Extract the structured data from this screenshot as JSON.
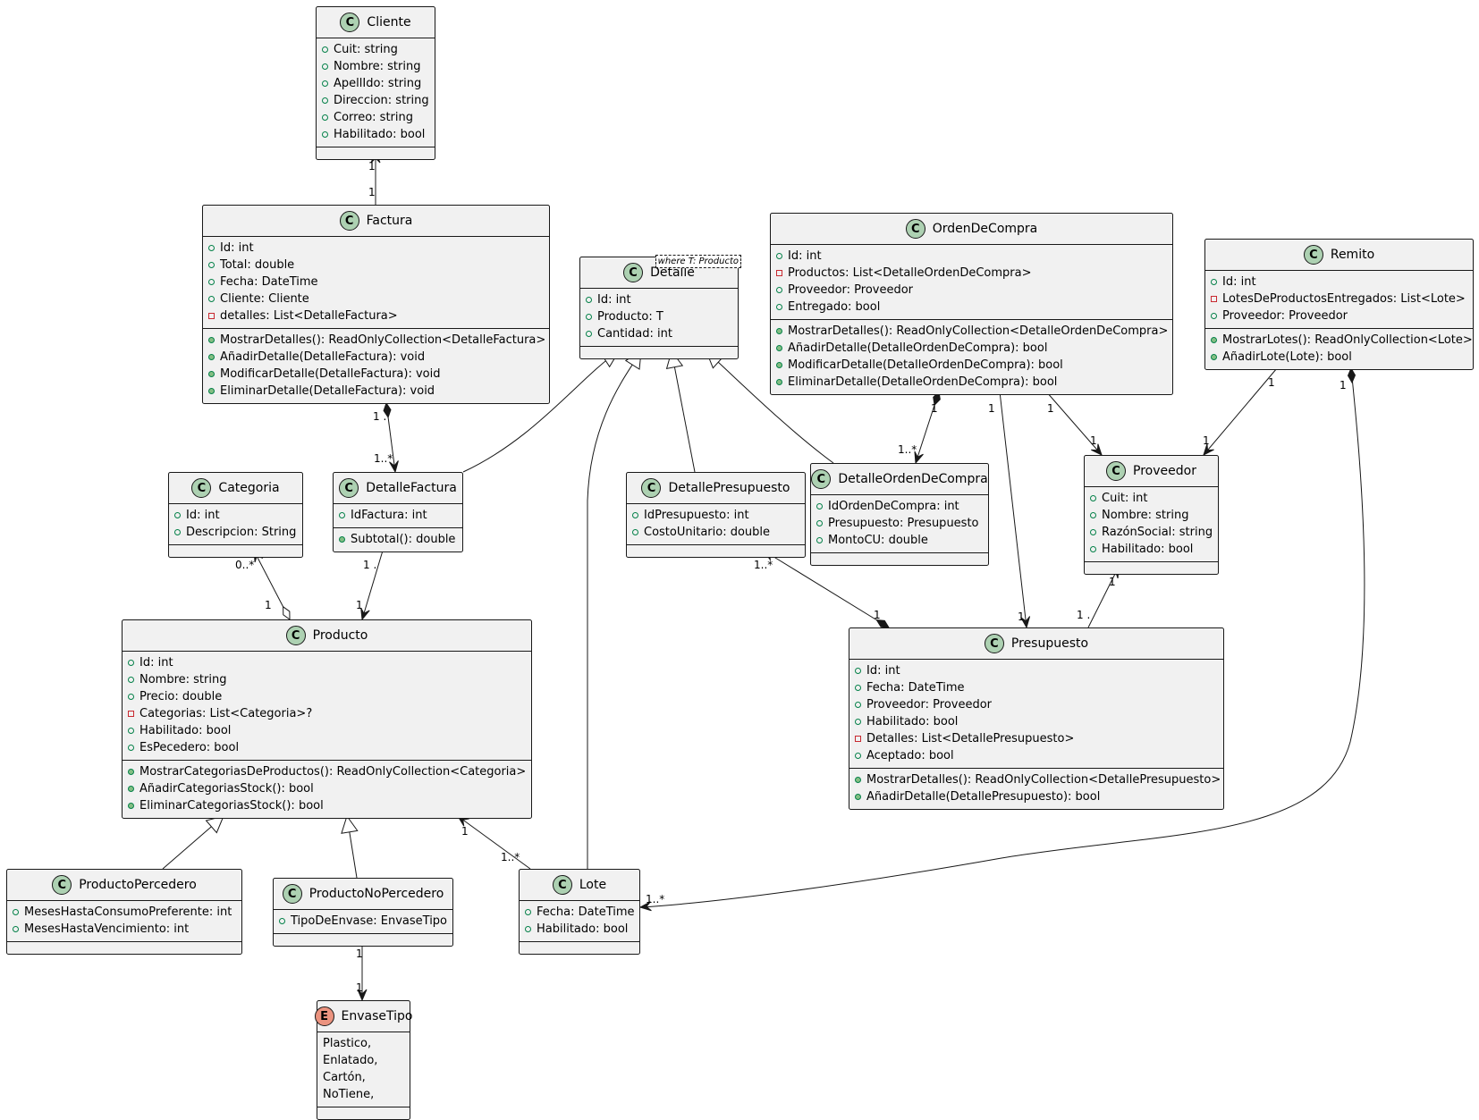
{
  "classes": {
    "cliente": {
      "name": "Cliente",
      "attributes": [
        {
          "vis": "public",
          "text": "Cuit: string"
        },
        {
          "vis": "public",
          "text": "Nombre: string"
        },
        {
          "vis": "public",
          "text": "ApellIdo: string"
        },
        {
          "vis": "public",
          "text": "Direccion: string"
        },
        {
          "vis": "public",
          "text": "Correo: string"
        },
        {
          "vis": "public",
          "text": "Habilitado: bool"
        }
      ],
      "methods": []
    },
    "factura": {
      "name": "Factura",
      "attributes": [
        {
          "vis": "public",
          "text": "Id: int"
        },
        {
          "vis": "public",
          "text": "Total: double"
        },
        {
          "vis": "public",
          "text": "Fecha: DateTime"
        },
        {
          "vis": "public",
          "text": "Cliente: Cliente"
        },
        {
          "vis": "private",
          "text": "detalles: List<DetalleFactura>"
        }
      ],
      "methods": [
        {
          "vis": "public",
          "text": "MostrarDetalles(): ReadOnlyCollection<DetalleFactura>"
        },
        {
          "vis": "public",
          "text": "AñadirDetalle(DetalleFactura): void"
        },
        {
          "vis": "public",
          "text": "ModificarDetalle(DetalleFactura): void"
        },
        {
          "vis": "public",
          "text": "EliminarDetalle(DetalleFactura): void"
        }
      ]
    },
    "detalle": {
      "name": "Detalle",
      "type_param": "where T: Producto",
      "attributes": [
        {
          "vis": "public",
          "text": "Id: int"
        },
        {
          "vis": "public",
          "text": "Producto: T"
        },
        {
          "vis": "public",
          "text": "Cantidad: int"
        }
      ],
      "methods": []
    },
    "ordendecompra": {
      "name": "OrdenDeCompra",
      "attributes": [
        {
          "vis": "public",
          "text": "Id: int"
        },
        {
          "vis": "private",
          "text": "Productos: List<DetalleOrdenDeCompra>"
        },
        {
          "vis": "public",
          "text": "Proveedor: Proveedor"
        },
        {
          "vis": "public",
          "text": "Entregado: bool"
        }
      ],
      "methods": [
        {
          "vis": "public",
          "text": "MostrarDetalles(): ReadOnlyCollection<DetalleOrdenDeCompra>"
        },
        {
          "vis": "public",
          "text": "AñadirDetalle(DetalleOrdenDeCompra): bool"
        },
        {
          "vis": "public",
          "text": "ModificarDetalle(DetalleOrdenDeCompra): bool"
        },
        {
          "vis": "public",
          "text": "EliminarDetalle(DetalleOrdenDeCompra): bool"
        }
      ]
    },
    "remito": {
      "name": "Remito",
      "attributes": [
        {
          "vis": "public",
          "text": "Id: int"
        },
        {
          "vis": "private",
          "text": "LotesDeProductosEntregados: List<Lote>"
        },
        {
          "vis": "public",
          "text": "Proveedor: Proveedor"
        }
      ],
      "methods": [
        {
          "vis": "public",
          "text": "MostrarLotes(): ReadOnlyCollection<Lote>"
        },
        {
          "vis": "public",
          "text": "AñadirLote(Lote): bool"
        }
      ]
    },
    "categoria": {
      "name": "Categoria",
      "attributes": [
        {
          "vis": "public",
          "text": "Id: int"
        },
        {
          "vis": "public",
          "text": "Descripcion: String"
        }
      ],
      "methods": []
    },
    "detallefactura": {
      "name": "DetalleFactura",
      "attributes": [
        {
          "vis": "public",
          "text": "IdFactura: int"
        }
      ],
      "methods": [
        {
          "vis": "public",
          "text": "Subtotal(): double"
        }
      ]
    },
    "detallepresupuesto": {
      "name": "DetallePresupuesto",
      "attributes": [
        {
          "vis": "public",
          "text": "IdPresupuesto: int"
        },
        {
          "vis": "public",
          "text": "CostoUnitario: double"
        }
      ],
      "methods": []
    },
    "detalleordendecompra": {
      "name": "DetalleOrdenDeCompra",
      "attributes": [
        {
          "vis": "public",
          "text": "IdOrdenDeCompra: int"
        },
        {
          "vis": "public",
          "text": "Presupuesto: Presupuesto"
        },
        {
          "vis": "public",
          "text": "MontoCU: double"
        }
      ],
      "methods": []
    },
    "proveedor": {
      "name": "Proveedor",
      "attributes": [
        {
          "vis": "public",
          "text": "Cuit: int"
        },
        {
          "vis": "public",
          "text": "Nombre: string"
        },
        {
          "vis": "public",
          "text": "RazónSocial: string"
        },
        {
          "vis": "public",
          "text": "Habilitado: bool"
        }
      ],
      "methods": []
    },
    "producto": {
      "name": "Producto",
      "attributes": [
        {
          "vis": "public",
          "text": "Id: int"
        },
        {
          "vis": "public",
          "text": "Nombre: string"
        },
        {
          "vis": "public",
          "text": "Precio: double"
        },
        {
          "vis": "private",
          "text": "Categorias: List<Categoria>?"
        },
        {
          "vis": "public",
          "text": "Habilitado: bool"
        },
        {
          "vis": "public",
          "text": "EsPecedero: bool"
        }
      ],
      "methods": [
        {
          "vis": "public",
          "text": "MostrarCategoriasDeProductos(): ReadOnlyCollection<Categoria>"
        },
        {
          "vis": "public",
          "text": "AñadirCategoriasStock(): bool"
        },
        {
          "vis": "public",
          "text": "EliminarCategoriasStock(): bool"
        }
      ]
    },
    "presupuesto": {
      "name": "Presupuesto",
      "attributes": [
        {
          "vis": "public",
          "text": "Id: int"
        },
        {
          "vis": "public",
          "text": "Fecha: DateTime"
        },
        {
          "vis": "public",
          "text": "Proveedor: Proveedor"
        },
        {
          "vis": "public",
          "text": "Habilitado: bool"
        },
        {
          "vis": "private",
          "text": "Detalles: List<DetallePresupuesto>"
        },
        {
          "vis": "public",
          "text": "Aceptado: bool"
        }
      ],
      "methods": [
        {
          "vis": "public",
          "text": "MostrarDetalles(): ReadOnlyCollection<DetallePresupuesto>"
        },
        {
          "vis": "public",
          "text": "AñadirDetalle(DetallePresupuesto): bool"
        }
      ]
    },
    "productopercedero": {
      "name": "ProductoPercedero",
      "attributes": [
        {
          "vis": "public",
          "text": "MesesHastaConsumoPreferente: int"
        },
        {
          "vis": "public",
          "text": "MesesHastaVencimiento: int"
        }
      ],
      "methods": []
    },
    "productonopercedero": {
      "name": "ProductoNoPercedero",
      "attributes": [
        {
          "vis": "public",
          "text": "TipoDeEnvase: EnvaseTipo"
        }
      ],
      "methods": []
    },
    "lote": {
      "name": "Lote",
      "attributes": [
        {
          "vis": "public",
          "text": "Fecha: DateTime"
        },
        {
          "vis": "public",
          "text": "Habilitado: bool"
        }
      ],
      "methods": []
    }
  },
  "enums": {
    "envasetipo": {
      "name": "EnvaseTipo",
      "values": [
        "Plastico,",
        "Enlatado,",
        "Cartón,",
        "NoTiene,"
      ]
    }
  },
  "icons": {
    "class_letter": "C",
    "enum_letter": "E"
  },
  "colors": {
    "class_circle": "#add1b2",
    "enum_circle": "#eb937f",
    "box_fill": "#f1f1f1",
    "line": "#181818",
    "public_vis": "#038048",
    "private_vis": "#c82930"
  },
  "relations": [
    {
      "id": "factura-cliente",
      "kind": "association",
      "from": "factura",
      "to": "cliente",
      "label_from": "1",
      "label_to": "1"
    },
    {
      "id": "factura-detallefactura",
      "kind": "composition",
      "from": "factura",
      "to": "detallefactura",
      "label_from": "1 .",
      "label_to": "1..*"
    },
    {
      "id": "detallefactura-detalle",
      "kind": "inheritance",
      "from": "detallefactura",
      "to": "detalle"
    },
    {
      "id": "lote-detalle",
      "kind": "inheritance",
      "from": "lote",
      "to": "detalle"
    },
    {
      "id": "detallepresupuesto-detalle",
      "kind": "inheritance",
      "from": "detallepresupuesto",
      "to": "detalle"
    },
    {
      "id": "detalleordendecompra-detalle",
      "kind": "inheritance",
      "from": "detalleordendecompra",
      "to": "detalle"
    },
    {
      "id": "ordendecompra-detalleordendecompra",
      "kind": "composition",
      "from": "ordendecompra",
      "to": "detalleordendecompra",
      "label_from": "1",
      "label_to": "1..*"
    },
    {
      "id": "ordendecompra-presupuesto",
      "kind": "association",
      "from": "ordendecompra",
      "to": "presupuesto",
      "label_from": "1",
      "label_to": "1"
    },
    {
      "id": "ordendecompra-proveedor",
      "kind": "association",
      "from": "ordendecompra",
      "to": "proveedor",
      "label_from": "1",
      "label_to": "1"
    },
    {
      "id": "remito-proveedor",
      "kind": "association",
      "from": "remito",
      "to": "proveedor",
      "label_from": "1",
      "label_to": "1"
    },
    {
      "id": "remito-lote",
      "kind": "composition",
      "from": "remito",
      "to": "lote",
      "label_from": "1",
      "label_to": "1..*"
    },
    {
      "id": "producto-categoria",
      "kind": "aggregation",
      "from": "producto",
      "to": "categoria",
      "label_from": "1",
      "label_to": "0..*"
    },
    {
      "id": "detallefactura-producto",
      "kind": "association",
      "from": "detallefactura",
      "to": "producto",
      "label_from": "1 .",
      "label_to": "1"
    },
    {
      "id": "presupuesto-detallepresupuesto",
      "kind": "composition",
      "from": "presupuesto",
      "to": "detallepresupuesto",
      "label_from": "1",
      "label_to": "1..*"
    },
    {
      "id": "presupuesto-proveedor",
      "kind": "association",
      "from": "presupuesto",
      "to": "proveedor",
      "label_from": "1 .",
      "label_to": "1"
    },
    {
      "id": "productopercedero-producto",
      "kind": "inheritance",
      "from": "productopercedero",
      "to": "producto"
    },
    {
      "id": "productonopercedero-producto",
      "kind": "inheritance",
      "from": "productonopercedero",
      "to": "producto"
    },
    {
      "id": "lote-producto",
      "kind": "association",
      "from": "lote",
      "to": "producto",
      "label_from": "1..*",
      "label_to": "1"
    },
    {
      "id": "productonopercedero-envasetipo",
      "kind": "association",
      "from": "productonopercedero",
      "to": "envasetipo",
      "label_from": "1",
      "label_to": "1"
    }
  ]
}
